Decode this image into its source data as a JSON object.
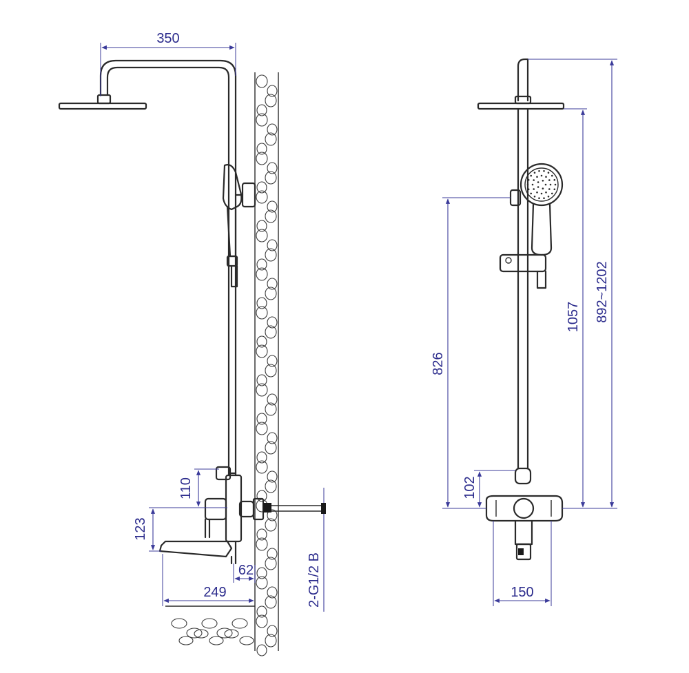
{
  "side_view": {
    "dim_top_width": "350",
    "dim_mixer_height": "110",
    "dim_spout_drop": "123",
    "dim_spout_offset": "62",
    "dim_spout_reach": "249",
    "dim_inlet": "2-G1/2 B"
  },
  "front_view": {
    "dim_holder_height": "826",
    "dim_mixer_offset": "102",
    "dim_head_height": "1057",
    "dim_total_height": "892~1202",
    "dim_inlet_spacing": "150"
  },
  "colors": {
    "line": "#2a2a2a",
    "dimension": "#2b2b8c"
  }
}
